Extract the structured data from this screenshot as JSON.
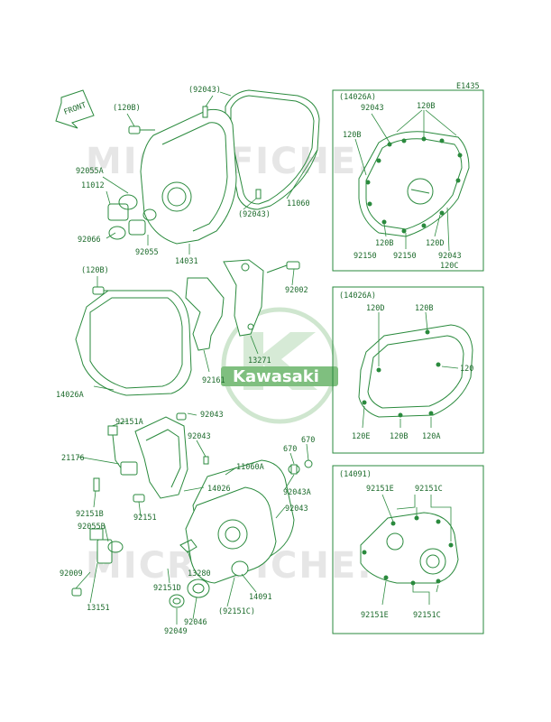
{
  "diagram_code": "E1435",
  "front_label": "FRONT",
  "watermark": "MICROFICHE.NET",
  "logo": "Kawasaki",
  "main_labels": {
    "l120b_a": "(120B)",
    "l92043_top": "(92043)",
    "l92055a": "92055A",
    "l11012": "11012",
    "l92066": "92066",
    "l92055": "92055",
    "l14031": "14031",
    "l92043_mid": "(92043)",
    "l11060": "11060",
    "l120b_b": "(120B)",
    "l92002": "92002",
    "l14026a": "14026A",
    "l13271": "13271",
    "l92161": "92161",
    "l92151a": "92151A",
    "l92043_c": "92043",
    "l21176": "21176",
    "l92043_d": "92043",
    "l14026": "14026",
    "l670a": "670",
    "l670b": "670",
    "l11060a": "11060A",
    "l92043a": "92043A",
    "l92151b": "92151B",
    "l92151": "92151",
    "l92043_e": "92043",
    "l92055b": "92055B",
    "l92009": "92009",
    "l13280": "13280",
    "l92151d": "92151D",
    "l13151": "13151",
    "l92046": "92046",
    "l92151c_p": "(92151C)",
    "l14091": "14091",
    "l92049": "92049"
  },
  "box1": {
    "title": "(14026A)",
    "l92043": "92043",
    "l120b_top": "120B",
    "l120b_left": "120B",
    "l92150_a": "92150",
    "l120b_bot": "120B",
    "l92150_b": "92150",
    "l120d": "120D",
    "l92043_b": "92043",
    "l120c": "120C"
  },
  "box2": {
    "title": "(14026A)",
    "l120d": "120D",
    "l120b_top": "120B",
    "l120": "120",
    "l120e": "120E",
    "l120b_bot": "120B",
    "l120a": "120A"
  },
  "box3": {
    "title": "(14091)",
    "l92151e_top": "92151E",
    "l92151c_top": "92151C",
    "l92151e_bot": "92151E",
    "l92151c_bot": "92151C"
  }
}
